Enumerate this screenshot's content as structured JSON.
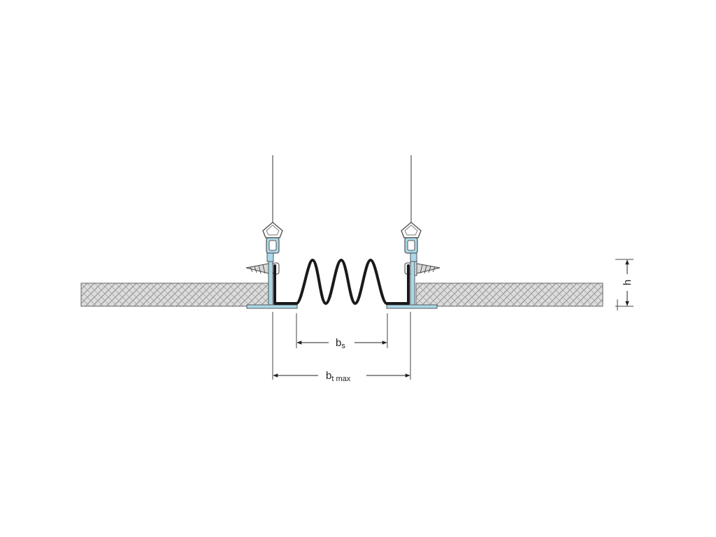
{
  "labels": {
    "bs_main": "b",
    "bs_sub": "s",
    "bt_main": "b",
    "bt_sub": "t max",
    "h": "h"
  },
  "colors": {
    "panel_fill": "#dcdcdc",
    "panel_hatch": "#8a8a8a",
    "profile": "#1a1a1a",
    "bracket": "#a9d9ea",
    "line": "#444444"
  }
}
